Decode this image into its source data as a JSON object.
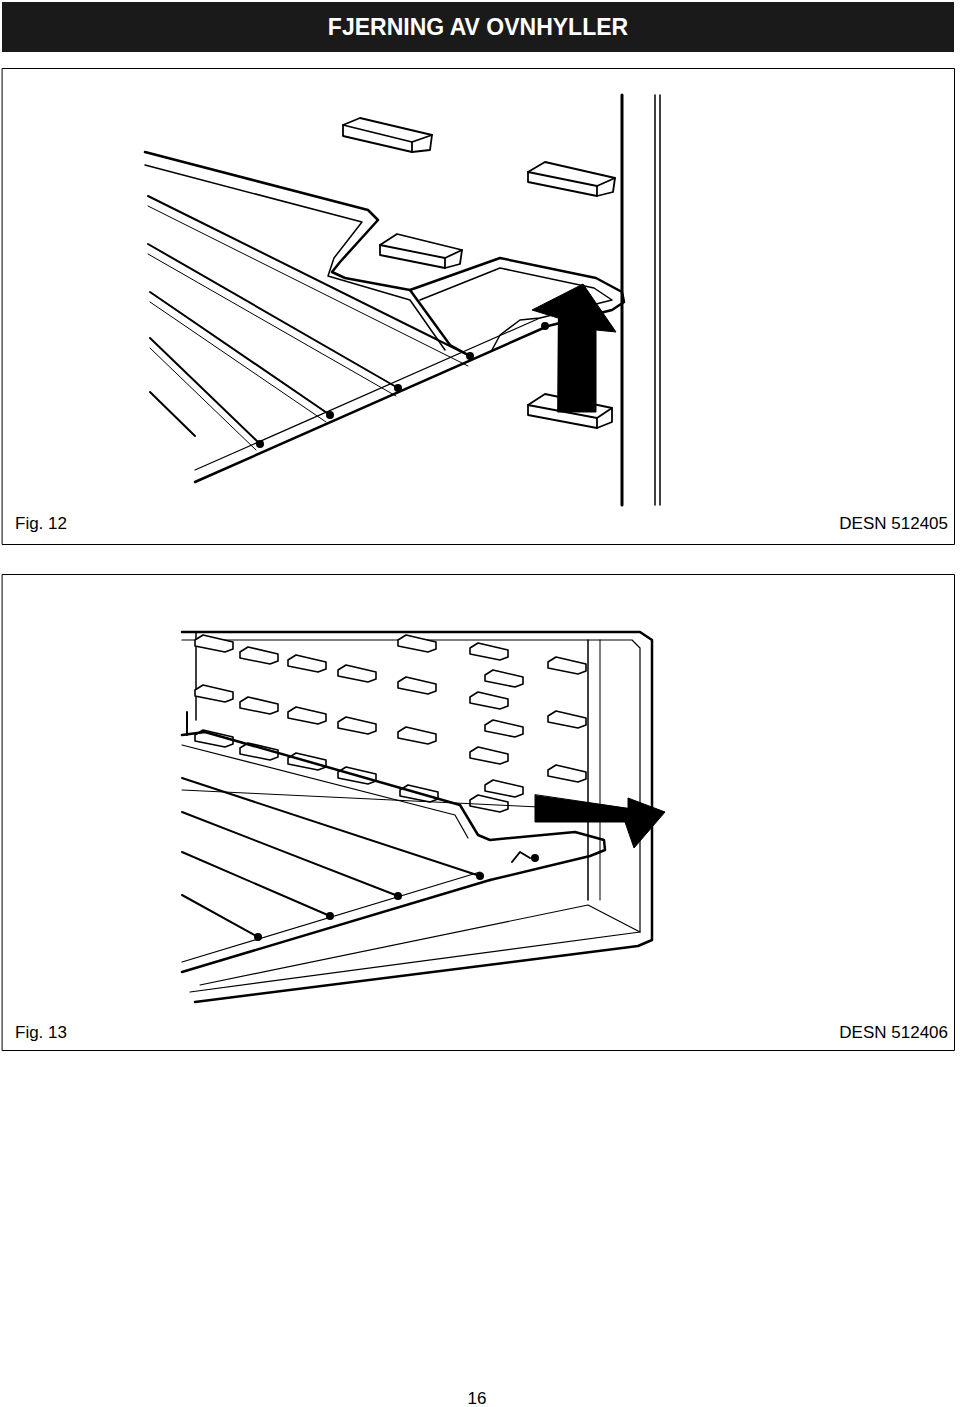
{
  "diagram": {
    "title": "FJERNING AV OVNHYLLER",
    "labels": [
      "Fig. 12",
      "DESN 512405",
      "Fig. 13",
      "DESN 512406",
      "16"
    ]
  }
}
